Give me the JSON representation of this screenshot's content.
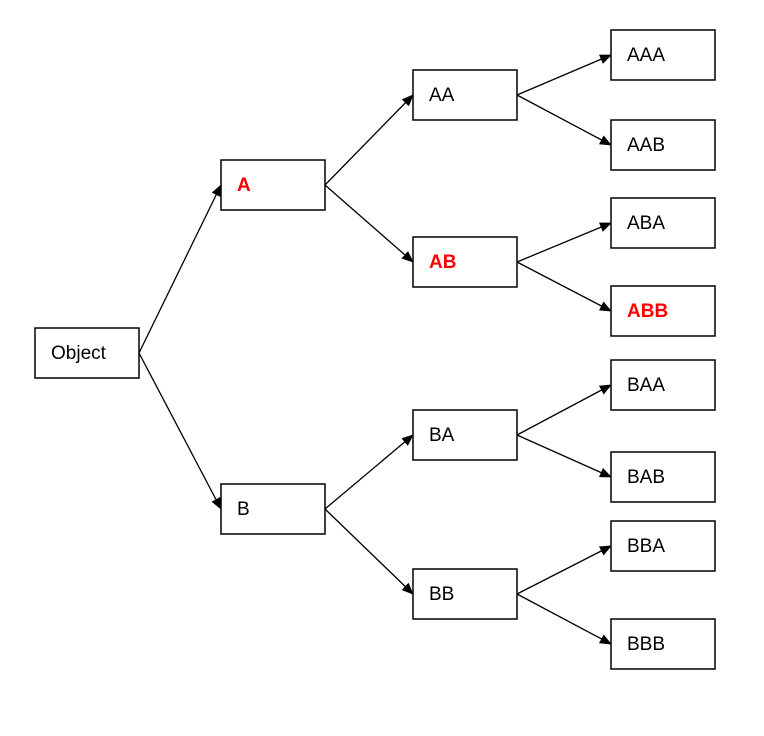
{
  "colors": {
    "highlight": "#ff0000",
    "default": "#000000"
  },
  "nodes": [
    {
      "id": "Object",
      "label": "Object",
      "highlighted": false
    },
    {
      "id": "A",
      "label": "A",
      "highlighted": true
    },
    {
      "id": "B",
      "label": "B",
      "highlighted": false
    },
    {
      "id": "AA",
      "label": "AA",
      "highlighted": false
    },
    {
      "id": "AB",
      "label": "AB",
      "highlighted": true
    },
    {
      "id": "BA",
      "label": "BA",
      "highlighted": false
    },
    {
      "id": "BB",
      "label": "BB",
      "highlighted": false
    },
    {
      "id": "AAA",
      "label": "AAA",
      "highlighted": false
    },
    {
      "id": "AAB",
      "label": "AAB",
      "highlighted": false
    },
    {
      "id": "ABA",
      "label": "ABA",
      "highlighted": false
    },
    {
      "id": "ABB",
      "label": "ABB",
      "highlighted": true
    },
    {
      "id": "BAA",
      "label": "BAA",
      "highlighted": false
    },
    {
      "id": "BAB",
      "label": "BAB",
      "highlighted": false
    },
    {
      "id": "BBA",
      "label": "BBA",
      "highlighted": false
    },
    {
      "id": "BBB",
      "label": "BBB",
      "highlighted": false
    }
  ],
  "edges": [
    [
      "Object",
      "A"
    ],
    [
      "Object",
      "B"
    ],
    [
      "A",
      "AA"
    ],
    [
      "A",
      "AB"
    ],
    [
      "B",
      "BA"
    ],
    [
      "B",
      "BB"
    ],
    [
      "AA",
      "AAA"
    ],
    [
      "AA",
      "AAB"
    ],
    [
      "AB",
      "ABA"
    ],
    [
      "AB",
      "ABB"
    ],
    [
      "BA",
      "BAA"
    ],
    [
      "BA",
      "BAB"
    ],
    [
      "BB",
      "BBA"
    ],
    [
      "BB",
      "BBB"
    ]
  ]
}
